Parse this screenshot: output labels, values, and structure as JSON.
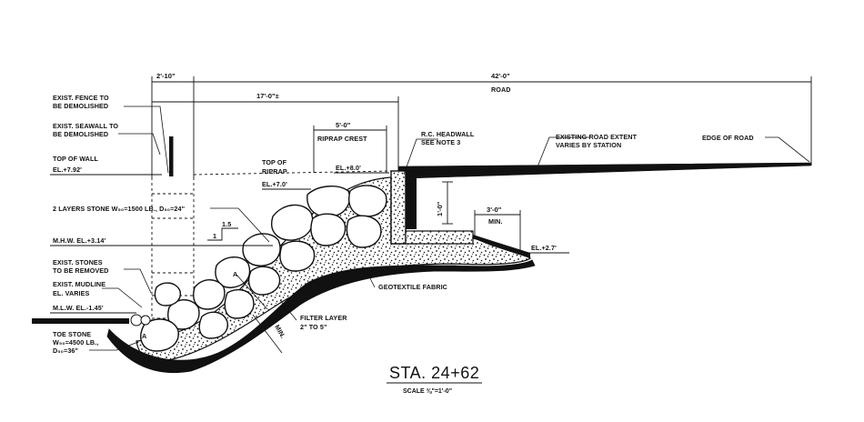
{
  "dimensions": {
    "wall_width": "2'-10\"",
    "road_width": "42'-0\"",
    "road_label": "ROAD",
    "to_riprap": "17'-0\"±",
    "riprap_crest_width": "5'-0\"",
    "riprap_crest_label": "RIPRAP CREST",
    "min_width": "3'-0\"",
    "min_label": "MIN.",
    "headwall_depth": "1'-0\"",
    "slope_horizontal": "1.5",
    "slope_vertical": "1",
    "filter_thickness": "1' MIN."
  },
  "labels": {
    "fence_line1": "EXIST. FENCE TO",
    "fence_line2": "BE DEMOLISHED",
    "seawall_line1": "EXIST. SEAWALL TO",
    "seawall_line2": "BE DEMOLISHED",
    "top_wall_line1": "TOP OF WALL",
    "top_wall_line2": "EL.+7.92'",
    "top_riprap_line1": "TOP OF",
    "top_riprap_line2": "RIPRAP",
    "top_riprap_line3": "EL.+7.0'",
    "crest_el": "EL.+8.0'",
    "headwall_line1": "R.C. HEADWALL",
    "headwall_line2": "SEE NOTE 3",
    "road_extent_line1": "EXISTING ROAD EXTENT",
    "road_extent_line2": "VARIES BY STATION",
    "edge_of_road": "EDGE OF ROAD",
    "stone_layers": "2 LAYERS STONE W₅₀=1500 LB., D₅₀=24\"",
    "mhw": "M.H.W. EL.+3.14'",
    "exist_stones_line1": "EXIST. STONES",
    "exist_stones_line2": "TO BE REMOVED",
    "mudline_line1": "EXIST. MUDLINE",
    "mudline_line2": "EL. VARIES",
    "mlw": "M.L.W. EL.-1.45'",
    "toe_line1": "TOE STONE",
    "toe_line2": "W₅₀=4500 LB.,",
    "toe_line3": "D₅₀=36\"",
    "geotextile": "GEOTEXTILE FABRIC",
    "filter_line1": "FILTER LAYER",
    "filter_line2": "2\" TO 5\"",
    "el_right": "EL.+2.7'",
    "layer_marker": "A"
  },
  "title": "STA. 24+62",
  "scale": "SCALE ⅜\"=1'-0\"",
  "colors": {
    "ink": "#111111",
    "paper": "#ffffff"
  }
}
